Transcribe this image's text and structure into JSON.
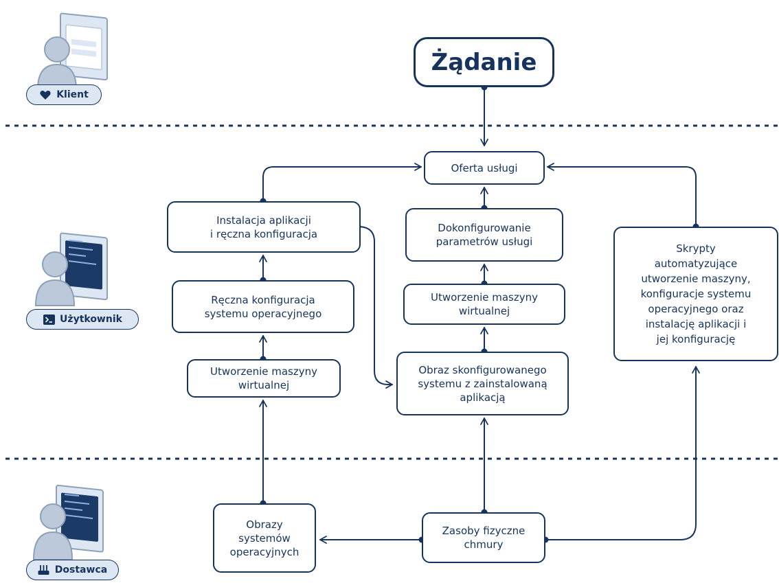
{
  "actors": {
    "client": {
      "label": "Klient",
      "icon": "heart-icon"
    },
    "user": {
      "label": "Użytkownik",
      "icon": "terminal-icon"
    },
    "provider": {
      "label": "Dostawca",
      "icon": "router-icon"
    }
  },
  "nodes": {
    "request": {
      "lines": [
        "Żądanie"
      ]
    },
    "service_offer": {
      "lines": [
        "Oferta usługi"
      ]
    },
    "app_install": {
      "lines": [
        "Instalacja aplikacji",
        "i ręczna konfiguracja"
      ]
    },
    "manual_os_config": {
      "lines": [
        "Ręczna konfiguracja",
        "systemu operacyjnego"
      ]
    },
    "vm_create_left": {
      "lines": [
        "Utworzenie maszyny",
        "wirtualnej"
      ]
    },
    "service_params": {
      "lines": [
        "Dokonfigurowanie",
        "parametrów usługi"
      ]
    },
    "vm_create_mid": {
      "lines": [
        "Utworzenie maszyny",
        "wirtualnej"
      ]
    },
    "configured_image": {
      "lines": [
        "Obraz skonfigurowanego",
        "systemu z zainstalowaną",
        "aplikacją"
      ]
    },
    "scripts": {
      "lines": [
        "Skrypty",
        "automatyzujące",
        "utworzenie maszyny,",
        "konfiguracje systemu",
        "operacyjnego oraz",
        "instalację aplikacji i",
        "jej konfigurację"
      ]
    },
    "os_images": {
      "lines": [
        "Obrazy",
        "systemów",
        "operacyjnych"
      ]
    },
    "physical_resources": {
      "lines": [
        "Zasoby fizyczne",
        "chmury"
      ]
    }
  },
  "colors": {
    "ink": "#15335c",
    "label_fill": "#dde6f3",
    "person_fill": "#bcc9da",
    "person_stroke": "#8da0b8",
    "screen_dark": "#1b3a66"
  }
}
